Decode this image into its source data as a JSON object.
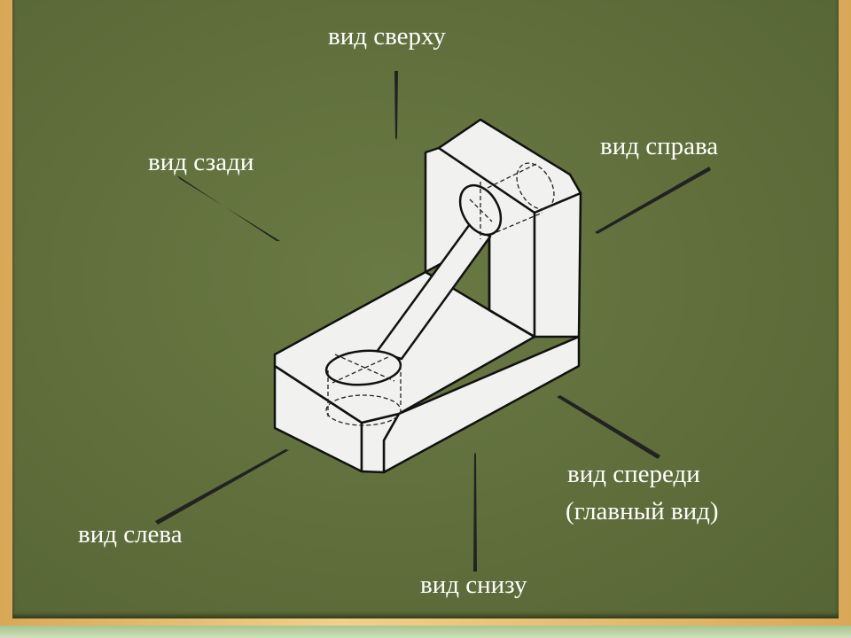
{
  "labels": {
    "top": "вид сверху",
    "back": "вид сзади",
    "right": "вид справа",
    "front_line1": "вид спереди",
    "front_line2": "(главный вид)",
    "left": "вид слева",
    "bottom": "вид снизу"
  },
  "colors": {
    "board": "#5f6e3b",
    "frame": "#e6bd6c",
    "text": "#ffffff",
    "part": "#f2f2f0"
  }
}
